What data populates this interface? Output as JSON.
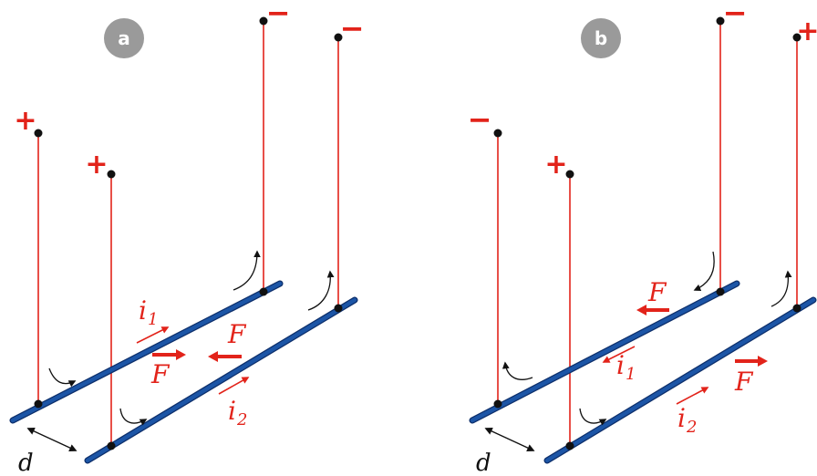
{
  "panels": [
    {
      "id": "a",
      "badge": "a",
      "colors": {
        "wire": "#e2231a",
        "rod": "#1c55a6",
        "arrow": "#e2231a",
        "dot": "#111111",
        "badge": "#9a9a9a"
      },
      "terminals": [
        {
          "sign": "+"
        },
        {
          "sign": "+"
        },
        {
          "sign": "−"
        },
        {
          "sign": "−"
        }
      ],
      "current_labels": [
        {
          "base": "i",
          "sub": "1"
        },
        {
          "base": "i",
          "sub": "2"
        }
      ],
      "force_labels": [
        {
          "text": "F"
        },
        {
          "text": "F"
        }
      ],
      "distance_label": "d"
    },
    {
      "id": "b",
      "badge": "b",
      "colors": {
        "wire": "#e2231a",
        "rod": "#1c55a6",
        "arrow": "#e2231a",
        "dot": "#111111",
        "badge": "#9a9a9a"
      },
      "terminals": [
        {
          "sign": "−"
        },
        {
          "sign": "+"
        },
        {
          "sign": "−"
        },
        {
          "sign": "+"
        }
      ],
      "current_labels": [
        {
          "base": "i",
          "sub": "1"
        },
        {
          "base": "i",
          "sub": "2"
        }
      ],
      "force_labels": [
        {
          "text": "F"
        },
        {
          "text": "F"
        }
      ],
      "distance_label": "d"
    }
  ]
}
